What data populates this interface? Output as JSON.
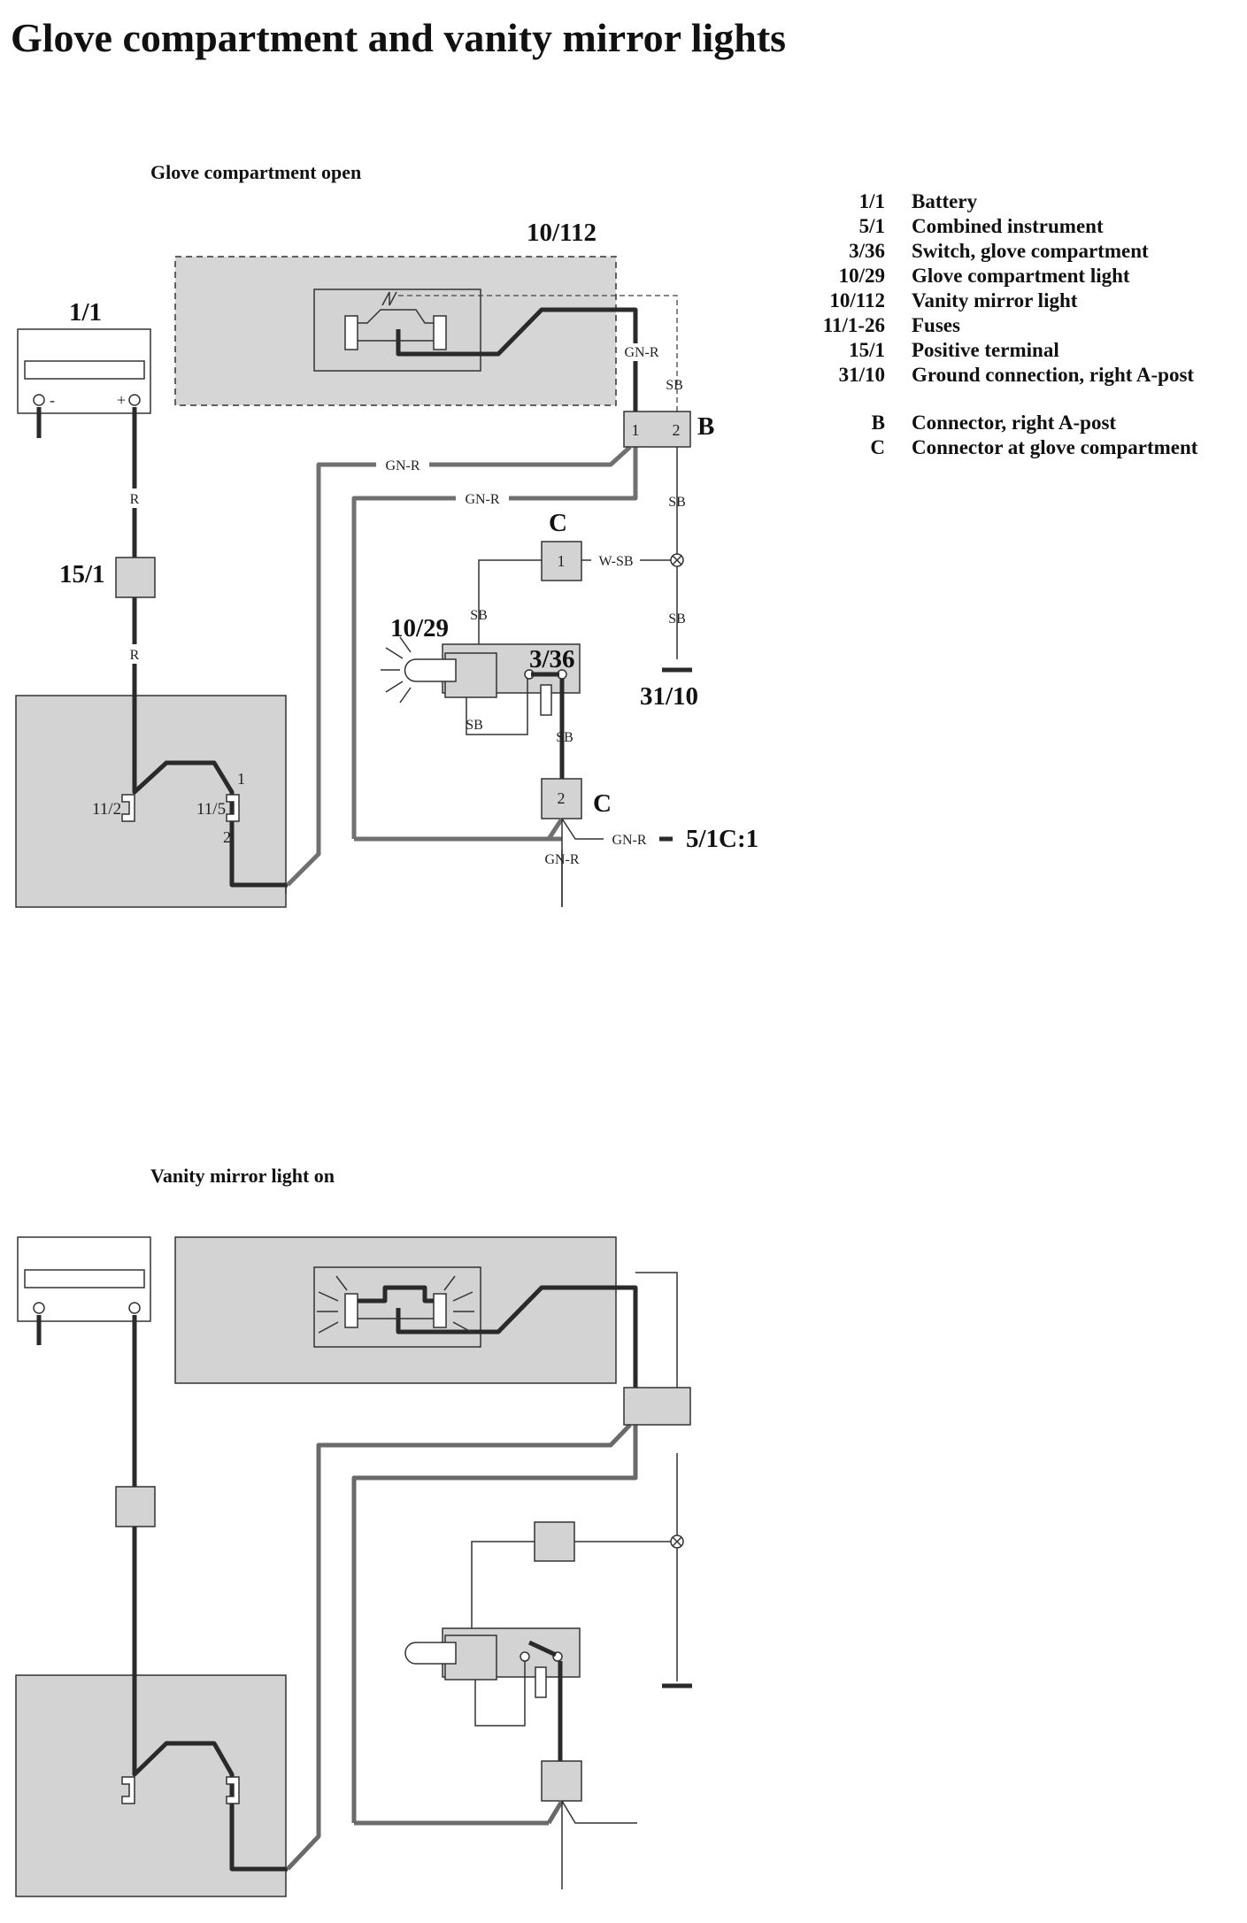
{
  "title": "Glove compartment and vanity mirror lights",
  "panel1": {
    "heading": "Glove compartment open",
    "component_labels": {
      "battery": "1/1",
      "positive_terminal": "15/1",
      "vanity_mirror": "10/112",
      "glove_light": "10/29",
      "switch": "3/36",
      "ground": "31/10",
      "instrument_ref": "5/1C:1",
      "connector_b": "B",
      "connector_c_top": "C",
      "connector_c_bottom": "C"
    },
    "pins": {
      "b_pin1": "1",
      "b_pin2": "2",
      "c_top_pin": "1",
      "c_bottom_pin": "2",
      "fuse_pin1": "1",
      "fuse_pin2": "2"
    },
    "fuses": {
      "left": "11/2",
      "right": "11/5"
    },
    "battery_marks": {
      "neg": "-",
      "pos": "+"
    },
    "wire_labels": {
      "r1": "R",
      "r2": "R",
      "gnr_mirror": "GN-R",
      "sb_mirror": "SB",
      "gnr_upper": "GN-R",
      "gnr_lower": "GN-R",
      "sb_ground_1": "SB",
      "sb_ground_2": "SB",
      "w_sb": "W-SB",
      "sb_light_top": "SB",
      "sb_light_bottom": "SB",
      "sb_switch": "SB",
      "gnr_bottom": "GN-R",
      "gnr_instr": "GN-R"
    }
  },
  "panel2": {
    "heading": "Vanity mirror light on"
  },
  "legend": [
    {
      "code": "1/1",
      "name": "Battery"
    },
    {
      "code": "5/1",
      "name": "Combined instrument"
    },
    {
      "code": "3/36",
      "name": "Switch, glove compartment"
    },
    {
      "code": "10/29",
      "name": "Glove compartment light"
    },
    {
      "code": "10/112",
      "name": "Vanity mirror light"
    },
    {
      "code": "11/1-26",
      "name": "Fuses"
    },
    {
      "code": "15/1",
      "name": "Positive terminal"
    },
    {
      "code": "31/10",
      "name": "Ground connection, right A-post"
    }
  ],
  "connector_legend": [
    {
      "code": "B",
      "name": "Connector, right A-post"
    },
    {
      "code": "C",
      "name": "Connector at glove compartment"
    }
  ]
}
